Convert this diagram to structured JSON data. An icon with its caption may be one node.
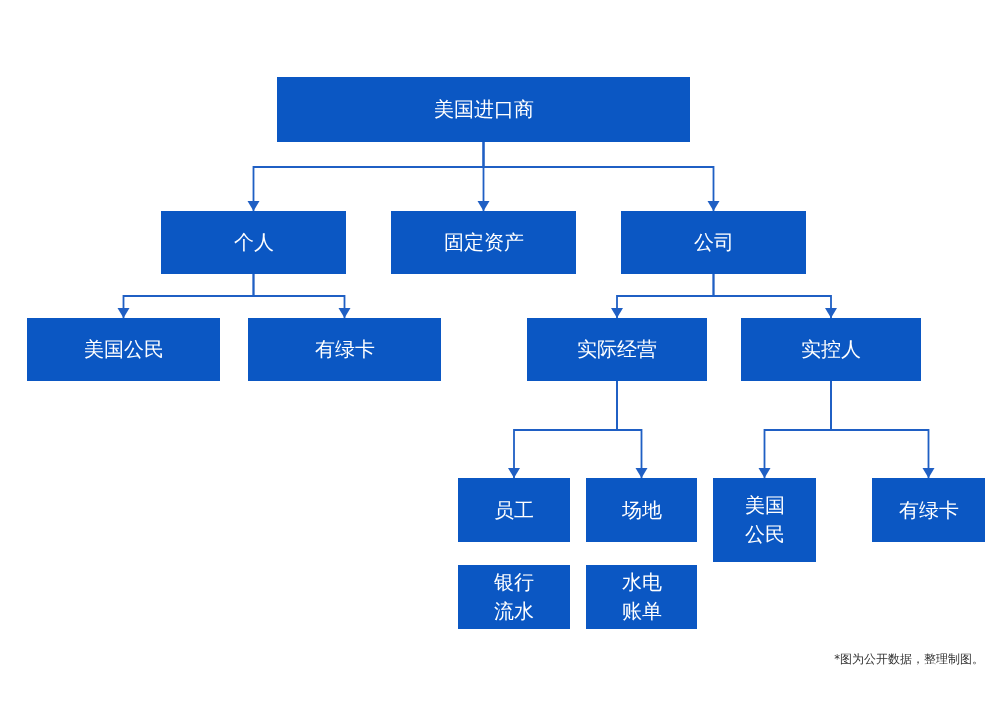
{
  "diagram": {
    "nodes": [
      {
        "text": [
          "美国进口商"
        ]
      },
      {
        "text": [
          "个人"
        ]
      },
      {
        "text": [
          "固定资产"
        ]
      },
      {
        "text": [
          "公司"
        ]
      },
      {
        "text": [
          "美国公民"
        ]
      },
      {
        "text": [
          "有绿卡"
        ]
      },
      {
        "text": [
          "实际经营"
        ]
      },
      {
        "text": [
          "实控人"
        ]
      },
      {
        "text": [
          "员工"
        ]
      },
      {
        "text": [
          "场地"
        ]
      },
      {
        "text": [
          "美国公民"
        ]
      },
      {
        "text": [
          "有绿卡"
        ]
      },
      {
        "text": [
          "银行流水"
        ]
      },
      {
        "text": [
          "水电账单"
        ]
      }
    ],
    "edges": [
      {
        "from": 0,
        "to": 1,
        "arrow": "to"
      },
      {
        "from": 0,
        "to": 2,
        "arrow": "to"
      },
      {
        "from": 0,
        "to": 3,
        "arrow": "to"
      },
      {
        "from": 1,
        "to": 4,
        "arrow": "to"
      },
      {
        "from": 1,
        "to": 5,
        "arrow": "to"
      },
      {
        "from": 3,
        "to": 6,
        "arrow": "to"
      },
      {
        "from": 3,
        "to": 7,
        "arrow": "to"
      },
      {
        "from": 6,
        "to": 8,
        "arrow": "to"
      },
      {
        "from": 6,
        "to": 9,
        "arrow": "to"
      },
      {
        "from": 7,
        "to": 10,
        "arrow": "to"
      },
      {
        "from": 7,
        "to": 11,
        "arrow": "to"
      }
    ],
    "labels": [
      "*图为公开数据，整理制图。"
    ]
  }
}
